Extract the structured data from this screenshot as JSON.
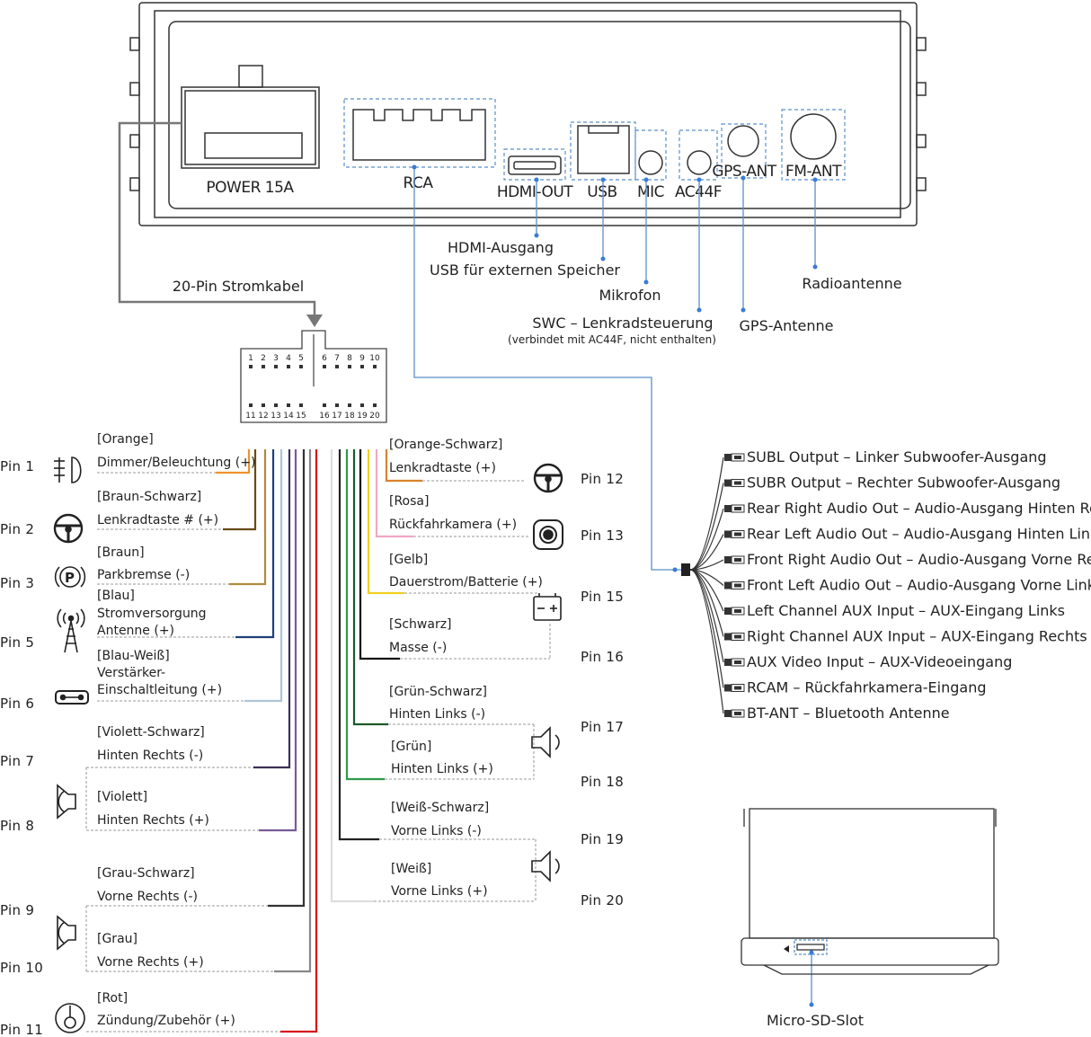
{
  "unit": {
    "ports": {
      "power": "POWER 15A",
      "rca": "RCA",
      "hdmi": "HDMI-OUT",
      "usb": "USB",
      "mic": "MIC",
      "ac44f": "AC44F",
      "gps": "GPS-ANT",
      "fm": "FM-ANT"
    }
  },
  "callouts": {
    "hdmi": "HDMI-Ausgang",
    "usb": "USB für externen Speicher",
    "mic": "Mikrofon",
    "swc": "SWC – Lenkradsteuerung",
    "swc_note": "(verbindet mit AC44F, nicht enthalten)",
    "gps": "GPS-Antenne",
    "radio": "Radioantenne"
  },
  "power_cable": {
    "label": "20-Pin Stromkabel",
    "top_numbers": [
      "1",
      "2",
      "3",
      "4",
      "5",
      "6",
      "7",
      "8",
      "9",
      "10"
    ],
    "bottom_numbers": [
      "11",
      "12",
      "13",
      "14",
      "15",
      "16",
      "17",
      "18",
      "19",
      "20"
    ]
  },
  "left_pins": [
    {
      "pin": "Pin 1",
      "color_name": "[Orange]",
      "func": [
        "Dimmer/Beleuchtung (+)"
      ],
      "icon": "headlight-icon",
      "wire": "#f0922b"
    },
    {
      "pin": "Pin 2",
      "color_name": "[Braun-Schwarz]",
      "func": [
        "Lenkradtaste # (+)"
      ],
      "icon": "steering-wheel-icon",
      "wire": "#6b4a12"
    },
    {
      "pin": "Pin 3",
      "color_name": "[Braun]",
      "func": [
        "Parkbremse (-)"
      ],
      "icon": "parking-brake-icon",
      "wire": "#b08a3e"
    },
    {
      "pin": "Pin 5",
      "color_name": "[Blau]",
      "func": [
        "Stromversorgung",
        "Antenne (+)"
      ],
      "icon": "antenna-icon",
      "wire": "#1f3f7a"
    },
    {
      "pin": "Pin 6",
      "color_name": "[Blau-Weiß]",
      "func": [
        "Verstärker-",
        "Einschaltleitung (+)"
      ],
      "icon": "amplifier-icon",
      "wire": "#a8c8e0"
    },
    {
      "pin": "Pin 7",
      "color_name": "[Violett-Schwarz]",
      "func": [
        "Hinten Rechts (-)"
      ],
      "icon": "",
      "wire": "#3d2f57"
    },
    {
      "pin": "Pin 8",
      "color_name": "[Violett]",
      "func": [
        "Hinten Rechts (+)"
      ],
      "icon": "speaker-icon",
      "wire": "#7a5a9a"
    },
    {
      "pin": "Pin 9",
      "color_name": "[Grau-Schwarz]",
      "func": [
        "Vorne Rechts (-)"
      ],
      "icon": "",
      "wire": "#333333"
    },
    {
      "pin": "Pin 10",
      "color_name": "[Grau]",
      "func": [
        "Vorne Rechts (+)"
      ],
      "icon": "speaker-icon",
      "wire": "#888888"
    },
    {
      "pin": "Pin 11",
      "color_name": "[Rot]",
      "func": [
        "Zündung/Zubehör (+)"
      ],
      "icon": "ignition-key-icon",
      "wire": "#d9141b"
    }
  ],
  "right_pins": [
    {
      "pin": "Pin 12",
      "color_name": "[Orange-Schwarz]",
      "func": "Lenkradtaste (+)",
      "icon": "steering-wheel-icon",
      "wire": "#d9822b"
    },
    {
      "pin": "Pin 13",
      "color_name": "[Rosa]",
      "func": "Rückfahrkamera (+)",
      "icon": "camera-icon",
      "wire": "#f2a6c7"
    },
    {
      "pin": "Pin 15",
      "color_name": "[Gelb]",
      "func": "Dauerstrom/Batterie (+)",
      "icon": "battery-icon",
      "wire": "#f0d020"
    },
    {
      "pin": "Pin 16",
      "color_name": "[Schwarz]",
      "func": "Masse (-)",
      "icon": "",
      "wire": "#111111"
    },
    {
      "pin": "Pin 17",
      "color_name": "[Grün-Schwarz]",
      "func": "Hinten Links (-)",
      "icon": "",
      "wire": "#1c5a2a"
    },
    {
      "pin": "Pin 18",
      "color_name": "[Grün]",
      "func": "Hinten Links (+)",
      "icon": "speaker-icon",
      "wire": "#2e9a4a"
    },
    {
      "pin": "Pin 19",
      "color_name": "[Weiß-Schwarz]",
      "func": "Vorne Links (-)",
      "icon": "",
      "wire": "#222222"
    },
    {
      "pin": "Pin 20",
      "color_name": "[Weiß]",
      "func": "Vorne Links (+)",
      "icon": "speaker-icon",
      "wire": "#dddddd"
    }
  ],
  "rca_outputs": [
    "SUBL Output – Linker Subwoofer-Ausgang",
    "SUBR Output – Rechter Subwoofer-Ausgang",
    "Rear Right Audio Out – Audio-Ausgang Hinten Rechts",
    "Rear Left Audio Out – Audio-Ausgang Hinten Links",
    "Front Right Audio Out – Audio-Ausgang Vorne Rechts",
    "Front Left Audio Out – Audio-Ausgang Vorne Links",
    "Left Channel AUX Input – AUX-Eingang Links",
    "Right Channel AUX Input – AUX-Eingang Rechts",
    "AUX Video Input – AUX-Videoeingang",
    "RCAM – Rückfahrkamera-Eingang",
    "BT-ANT – Bluetooth Antenne"
  ],
  "sd_slot": {
    "label": "Micro-SD-Slot"
  },
  "colors": {
    "accent_blue": "#3a7bd5",
    "callout_line": "#5a8fc8",
    "outline": "#333333"
  }
}
